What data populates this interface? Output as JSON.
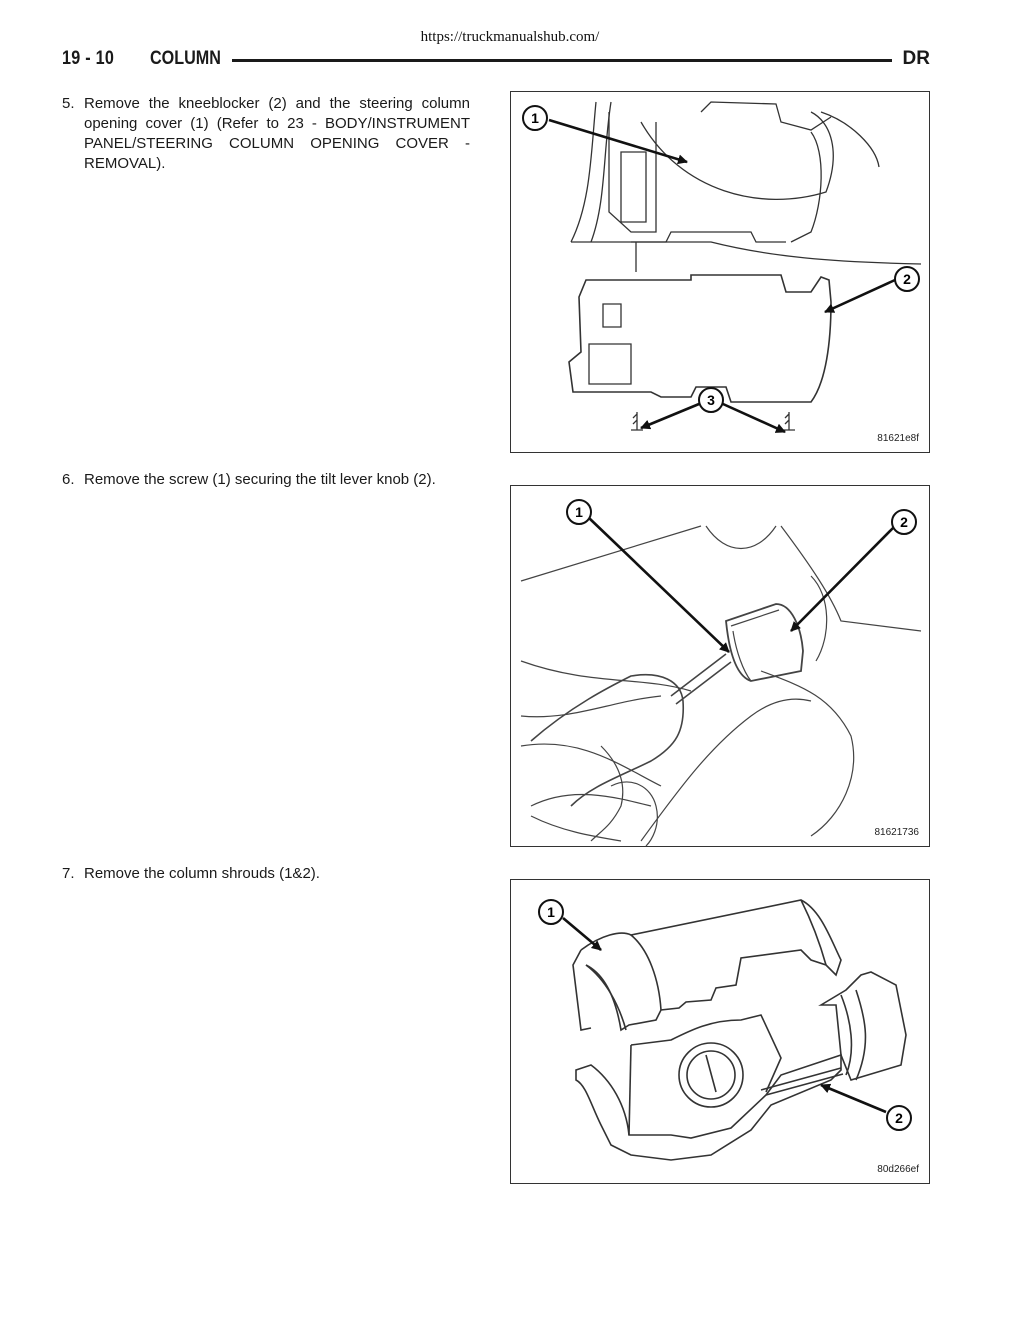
{
  "source_url": "https://truckmanualshub.com/",
  "header": {
    "page_number": "19 - 10",
    "section": "COLUMN",
    "model": "DR"
  },
  "steps": [
    {
      "number": "5.",
      "text": "Remove the kneeblocker (2) and the steering column opening cover (1) (Refer to 23 - BODY/INSTRUMENT PANEL/STEERING COLUMN OPENING COVER - REMOVAL)."
    },
    {
      "number": "6.",
      "text": "Remove the screw (1) securing the tilt lever knob (2)."
    },
    {
      "number": "7.",
      "text": "Remove the column shrouds (1&2)."
    }
  ],
  "figures": [
    {
      "code": "81621e8f",
      "callouts": [
        "1",
        "2",
        "3"
      ]
    },
    {
      "code": "81621736",
      "callouts": [
        "1",
        "2"
      ]
    },
    {
      "code": "80d266ef",
      "callouts": [
        "1",
        "2"
      ]
    }
  ]
}
